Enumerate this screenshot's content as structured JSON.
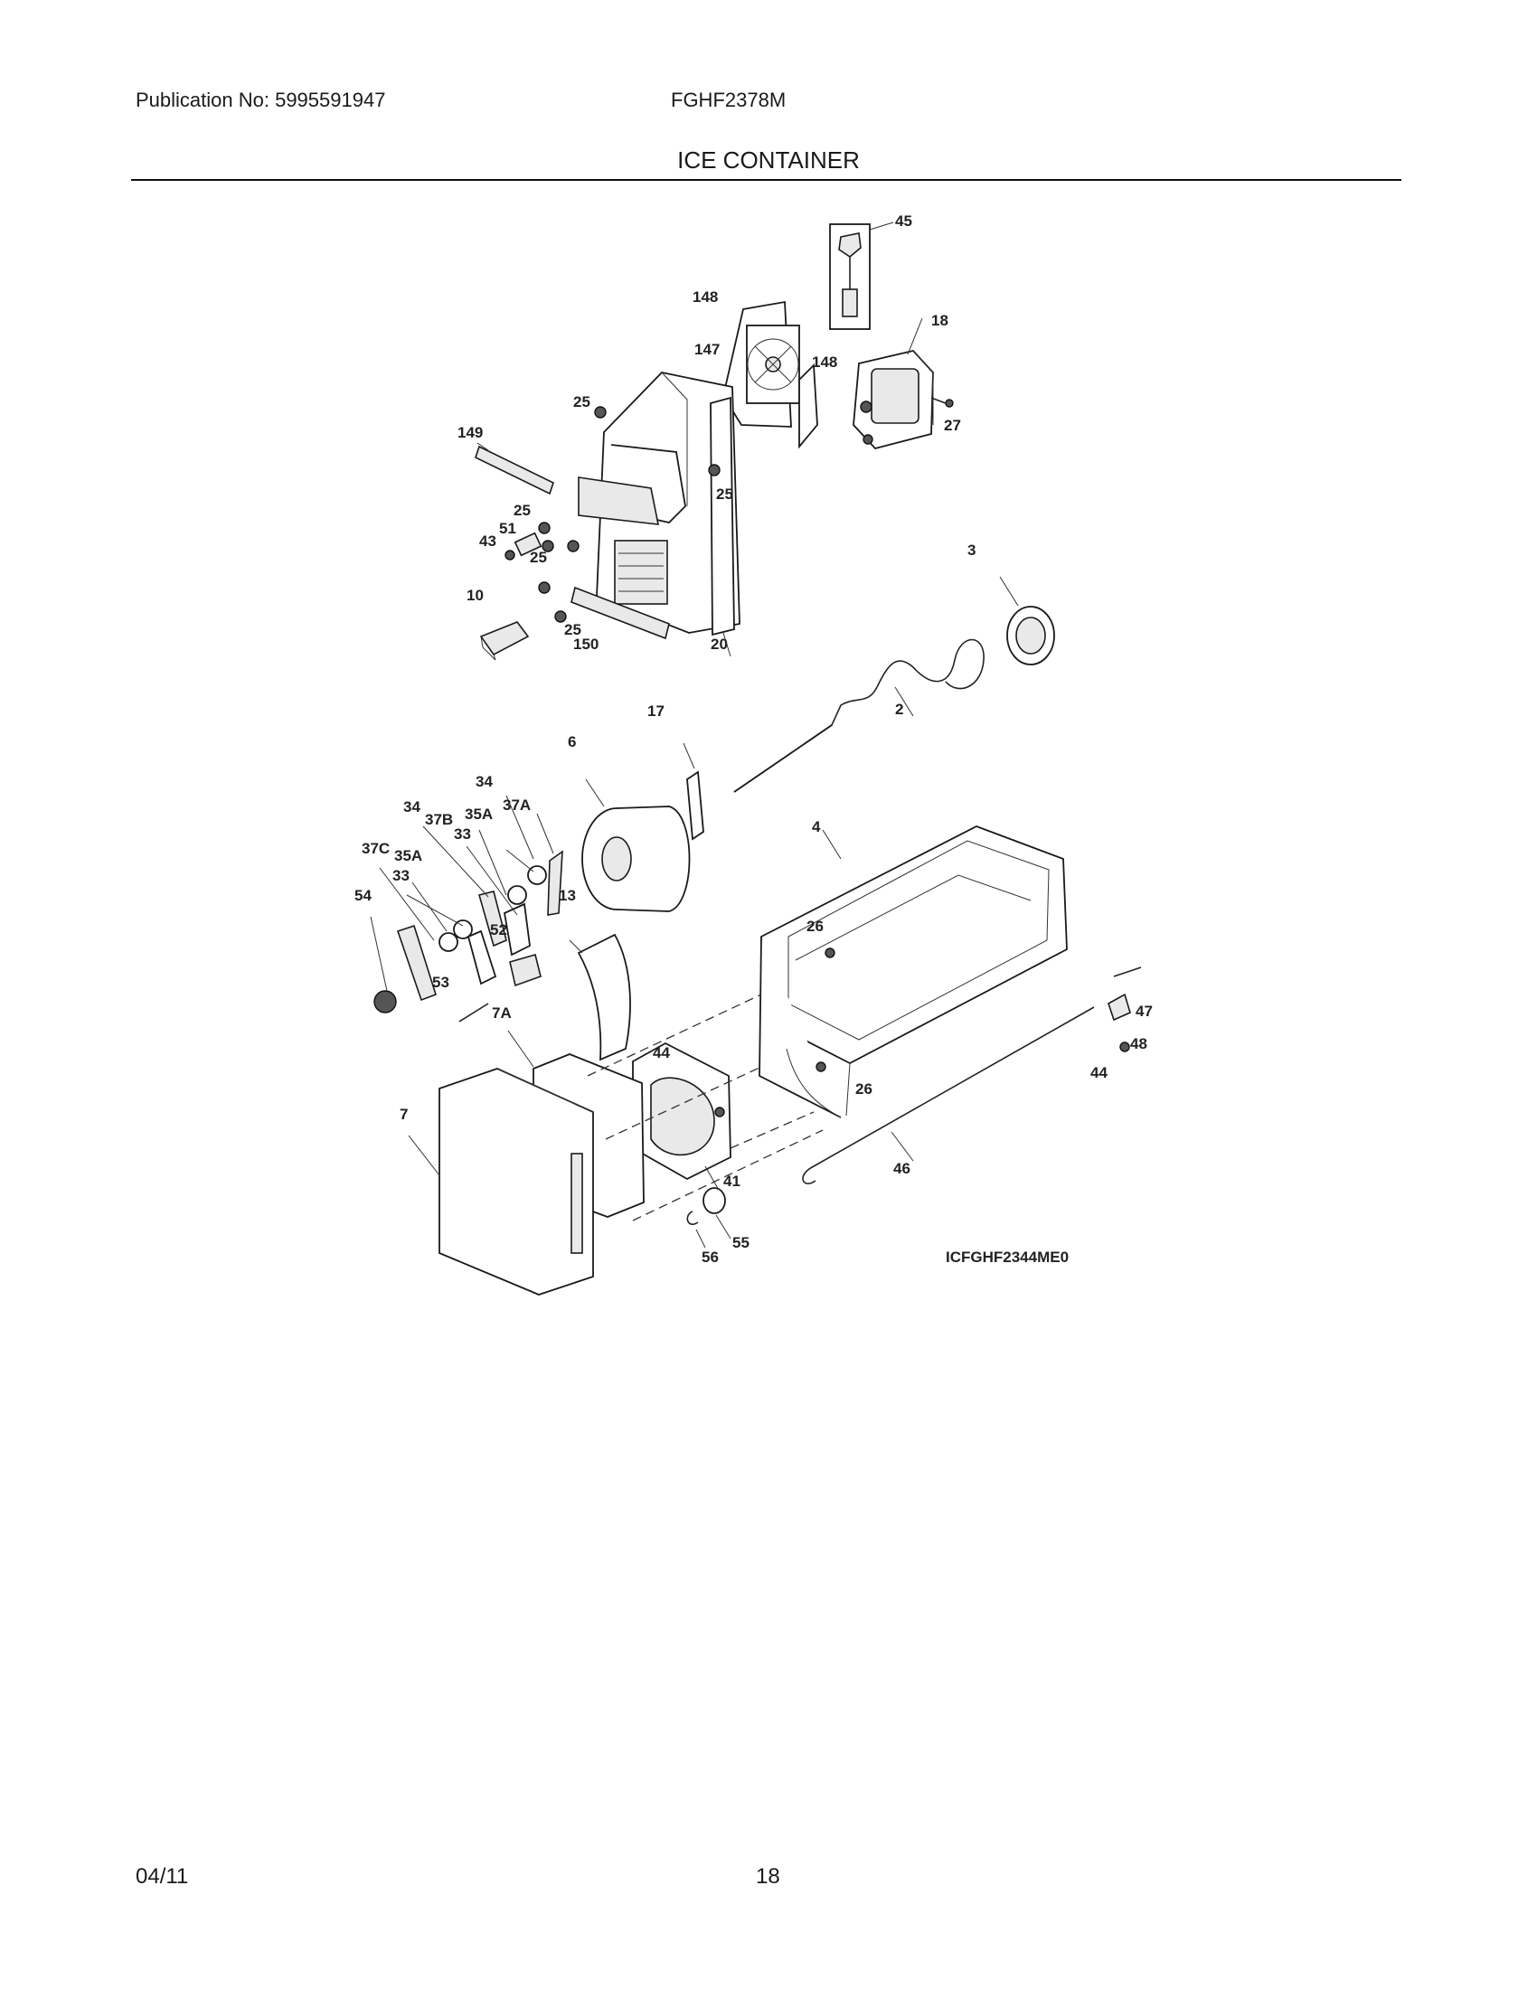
{
  "header": {
    "publication": "Publication No: 5995591947",
    "model": "FGHF2378M",
    "title": "ICE CONTAINER"
  },
  "diagram": {
    "code": "ICFGHF2344ME0",
    "callouts": [
      "45",
      "148",
      "18",
      "147",
      "148",
      "25",
      "27",
      "149",
      "25",
      "25",
      "51",
      "43",
      "25",
      "3",
      "10",
      "25",
      "150",
      "20",
      "17",
      "2",
      "6",
      "34",
      "34",
      "37B",
      "35A",
      "37A",
      "33",
      "37C",
      "35A",
      "33",
      "54",
      "13",
      "4",
      "52",
      "26",
      "53",
      "7A",
      "47",
      "48",
      "44",
      "44",
      "26",
      "7",
      "46",
      "41",
      "55",
      "56"
    ]
  },
  "footer": {
    "date": "04/11",
    "page": "18"
  }
}
